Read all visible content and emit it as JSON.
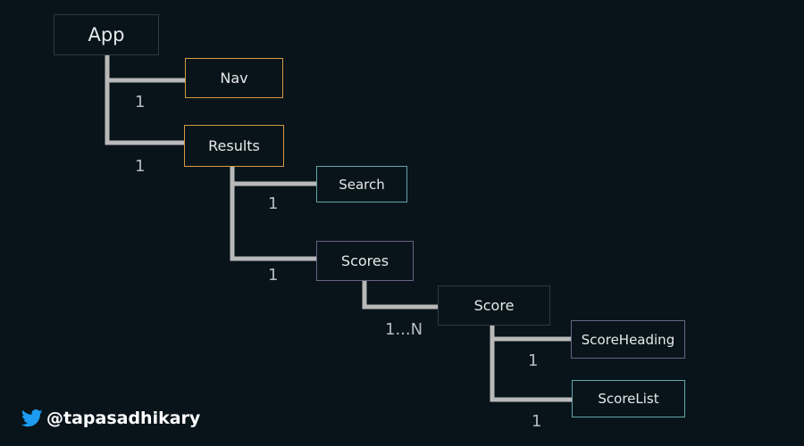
{
  "nodes": {
    "app": "App",
    "nav": "Nav",
    "results": "Results",
    "search": "Search",
    "scores": "Scores",
    "score": "Score",
    "score_heading": "ScoreHeading",
    "score_list": "ScoreList"
  },
  "cardinality": {
    "nav": "1",
    "results": "1",
    "search": "1",
    "scores": "1",
    "score": "1...N",
    "score_heading": "1",
    "score_list": "1"
  },
  "author": {
    "handle": "@tapasadhikary",
    "icon": "twitter-bird-icon"
  },
  "colors": {
    "background": "#08141a",
    "connector": "#b9b9b9",
    "border_orange": "#d39a3c",
    "border_purple": "#6a6384",
    "border_teal": "#63a6a7",
    "twitter_blue": "#1d9bf0"
  }
}
